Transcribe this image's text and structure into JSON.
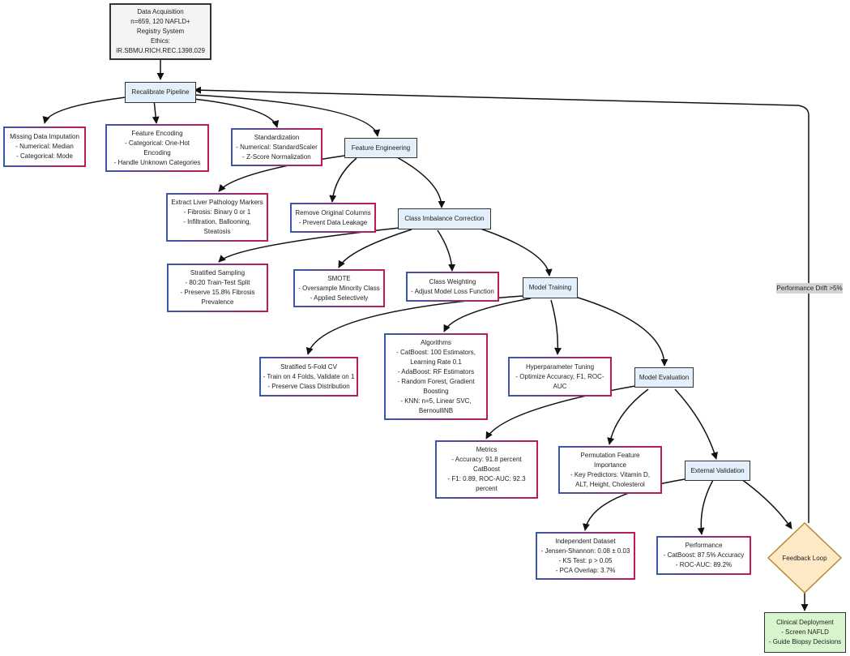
{
  "nodes": {
    "data_acquisition": [
      "Data Acquisition",
      "n=659, 120 NAFLD+",
      "Registry System",
      "Ethics:",
      "IR.SBMU.RICH.REC.1398.029"
    ],
    "recalibrate_pipeline": [
      "Recalibrate Pipeline"
    ],
    "missing_data": [
      "Missing Data Imputation",
      "- Numerical: Median",
      "- Categorical: Mode"
    ],
    "feature_encoding": [
      "Feature Encoding",
      "- Categorical: One-Hot",
      "Encoding",
      "- Handle Unknown Categories"
    ],
    "standardization": [
      "Standardization",
      "- Numerical: StandardScaler",
      "- Z-Score Normalization"
    ],
    "feature_engineering": [
      "Feature Engineering"
    ],
    "extract_markers": [
      "Extract Liver Pathology Markers",
      "- Fibrosis: Binary 0 or 1",
      "- Infiltration, Ballooning,",
      "Steatosis"
    ],
    "remove_columns": [
      "Remove Original Columns",
      "- Prevent Data Leakage"
    ],
    "class_imbalance": [
      "Class Imbalance Correction"
    ],
    "stratified_sampling": [
      "Stratified Sampling",
      "- 80:20 Train-Test Split",
      "- Preserve 15.8% Fibrosis",
      "Prevalence"
    ],
    "smote": [
      "SMOTE",
      "- Oversample Minority Class",
      "- Applied Selectively"
    ],
    "class_weighting": [
      "Class Weighting",
      "- Adjust Model Loss Function"
    ],
    "model_training": [
      "Model Training"
    ],
    "stratified_cv": [
      "Stratified 5-Fold CV",
      "- Train on 4 Folds, Validate on 1",
      "- Preserve Class Distribution"
    ],
    "algorithms": [
      "Algorithms",
      "- CatBoost: 100 Estimators,",
      "Learning Rate 0.1",
      "- AdaBoost: RF Estimators",
      "- Random Forest, Gradient",
      "Boosting",
      "- KNN: n=5, Linear SVC,",
      "BernoulliNB"
    ],
    "hyperparameter": [
      "Hyperparameter Tuning",
      "- Optimize Accuracy, F1, ROC-",
      "AUC"
    ],
    "model_evaluation": [
      "Model Evaluation"
    ],
    "metrics": [
      "Metrics",
      "- Accuracy: 91.8 percent",
      "CatBoost",
      "- F1: 0.89, ROC-AUC: 92.3",
      "percent"
    ],
    "permutation": [
      "Permutation Feature",
      "Importance",
      "- Key Predictors: Vitamin D,",
      "ALT, Height, Cholesterol"
    ],
    "external_validation": [
      "External Validation"
    ],
    "independent_dataset": [
      "Independent Dataset",
      "- Jensen-Shannon: 0.08 ± 0.03",
      "- KS Test: p > 0.05",
      "- PCA Overlap: 3.7%"
    ],
    "performance": [
      "Performance",
      "- CatBoost: 87.5% Accuracy",
      "- ROC-AUC: 89.2%"
    ],
    "feedback_loop": [
      "Feedback Loop"
    ],
    "clinical_deployment": [
      "Clinical Deployment",
      "- Screen NAFLD",
      "- Guide Biopsy Decisions"
    ]
  },
  "edge_labels": {
    "performance_drift": "Performance Drift >5%"
  },
  "colors": {
    "process_fill": "#e3f0fb",
    "start_fill": "#f4f4f4",
    "decision_fill": "#fde9c6",
    "end_fill": "#d9f5cf",
    "border_blue": "#3a57a8",
    "border_red": "#c2185b"
  }
}
